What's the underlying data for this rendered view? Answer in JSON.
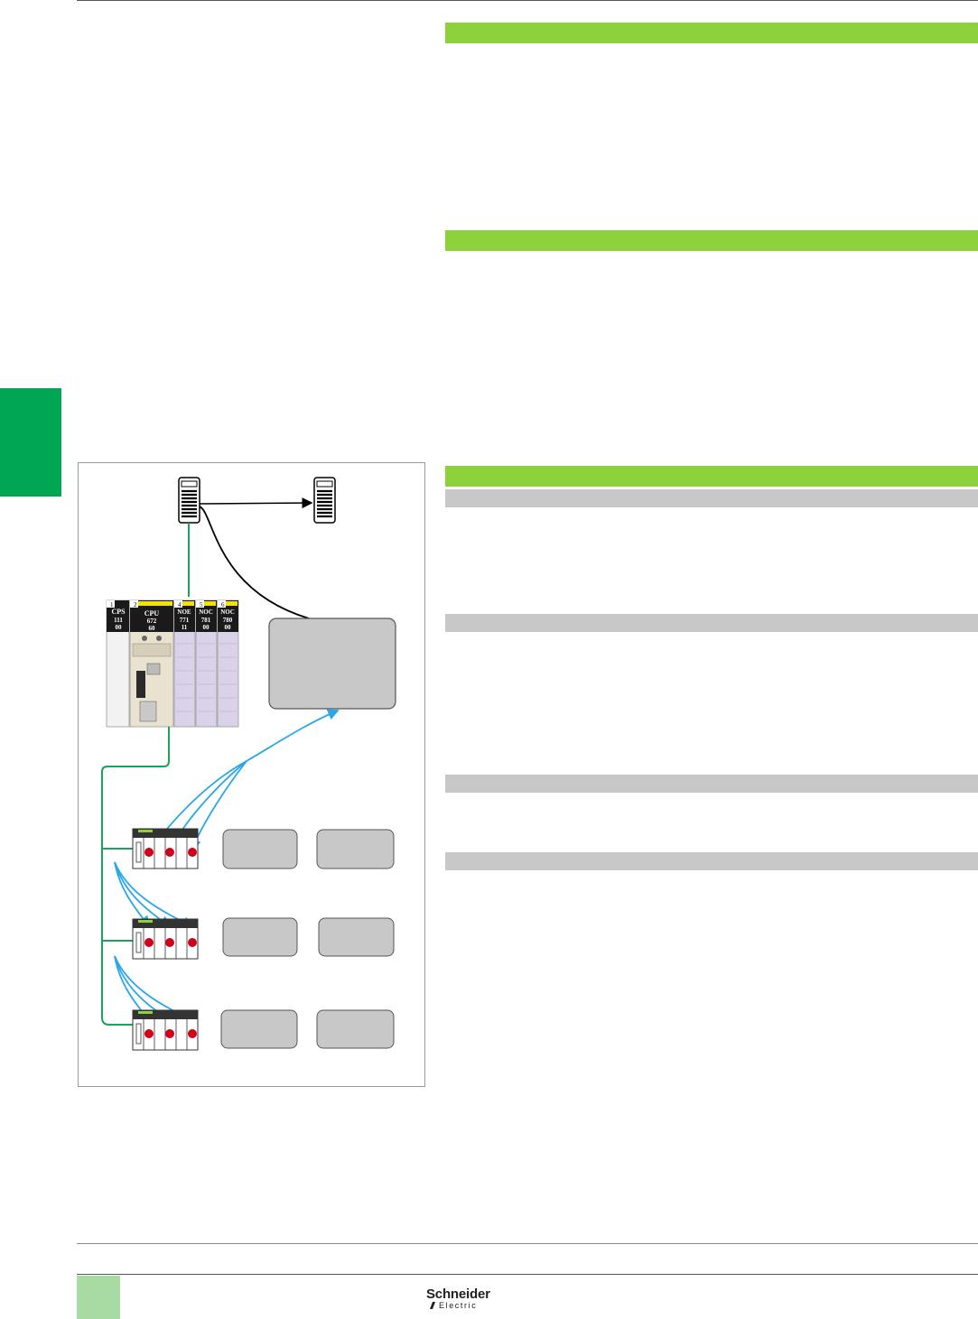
{
  "rack": {
    "modules": [
      {
        "slot": "1",
        "line1": "CPS",
        "line2": "111",
        "line3": "00"
      },
      {
        "slot": "2",
        "line1": "CPU",
        "line2": "672",
        "line3": "60"
      },
      {
        "slot": "4",
        "line1": "NOE",
        "line2": "771",
        "line3": "11"
      },
      {
        "slot": "5",
        "line1": "NOC",
        "line2": "781",
        "line3": "00"
      },
      {
        "slot": "6",
        "line1": "NOC",
        "line2": "780",
        "line3": "00"
      }
    ]
  },
  "footer": {
    "brand_name": "Schneider",
    "brand_sub": "Electric"
  },
  "colors": {
    "section_bar": "#8dd13d",
    "subsection_bar": "#c8c8c8",
    "side_tab": "#00a651",
    "link_green": "#1aa35a",
    "link_blue": "#2aa7e8",
    "io_point": "#d0021b"
  }
}
